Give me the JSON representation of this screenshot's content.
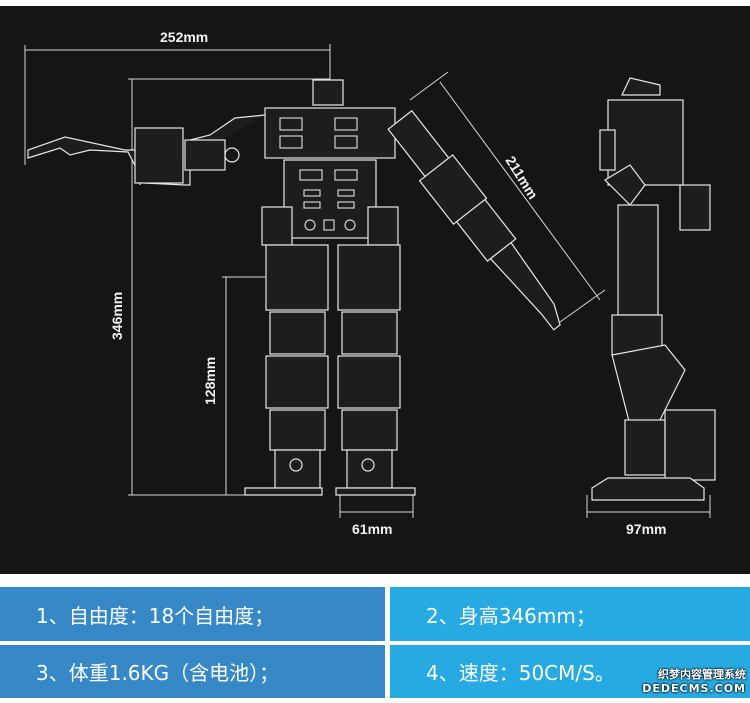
{
  "diagram": {
    "dimensions": {
      "width": "252mm",
      "height": "346mm",
      "leg_height": "128mm",
      "arm_length": "211mm",
      "foot_width": "61mm",
      "side_depth": "97mm"
    }
  },
  "specs": [
    {
      "text": "1、自由度：18个自由度；"
    },
    {
      "text": "2、身高346mm；"
    },
    {
      "text": "3、体重1.6KG（含电池）；"
    },
    {
      "text": "4、速度：50CM/S。"
    }
  ],
  "watermark": {
    "line1": "织梦内容管理系统",
    "line2": "DEDECMS.COM"
  },
  "colors": {
    "background": "#151515",
    "spec_left": "#3689c6",
    "spec_right": "#27aae1"
  }
}
